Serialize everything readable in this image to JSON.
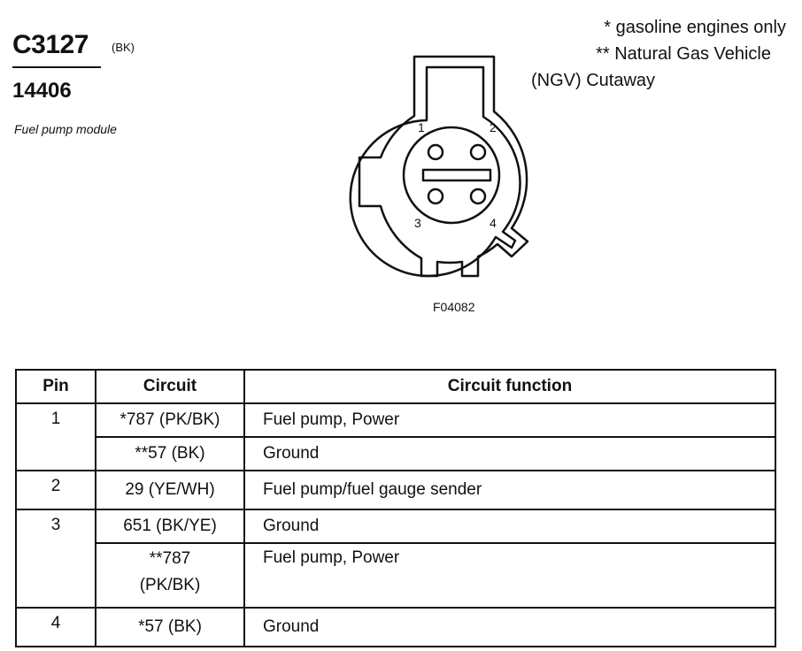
{
  "header": {
    "connector_id": "C3127",
    "connector_color": "(BK)",
    "part_number": "14406",
    "description": "Fuel pump module"
  },
  "notes": {
    "note1": "* gasoline engines only",
    "note2": "** Natural Gas Vehicle",
    "note3": "(NGV) Cutaway"
  },
  "diagram": {
    "pin_labels": [
      "1",
      "2",
      "3",
      "4"
    ],
    "figure_code": "F04082"
  },
  "table": {
    "headers": [
      "Pin",
      "Circuit",
      "Circuit function"
    ],
    "rows": [
      {
        "pin": "1",
        "circuit": "*787 (PK/BK)",
        "function": "Fuel pump, Power"
      },
      {
        "pin": "",
        "circuit": "**57 (BK)",
        "function": "Ground"
      },
      {
        "pin": "2",
        "circuit": "29 (YE/WH)",
        "function": "Fuel pump/fuel gauge sender"
      },
      {
        "pin": "3",
        "circuit": "651 (BK/YE)",
        "function": "Ground"
      },
      {
        "pin": "",
        "circuit_line1": "**787",
        "circuit_line2": "(PK/BK)",
        "function": "Fuel pump, Power"
      },
      {
        "pin": "4",
        "circuit": "*57 (BK)",
        "function": "Ground"
      }
    ]
  }
}
